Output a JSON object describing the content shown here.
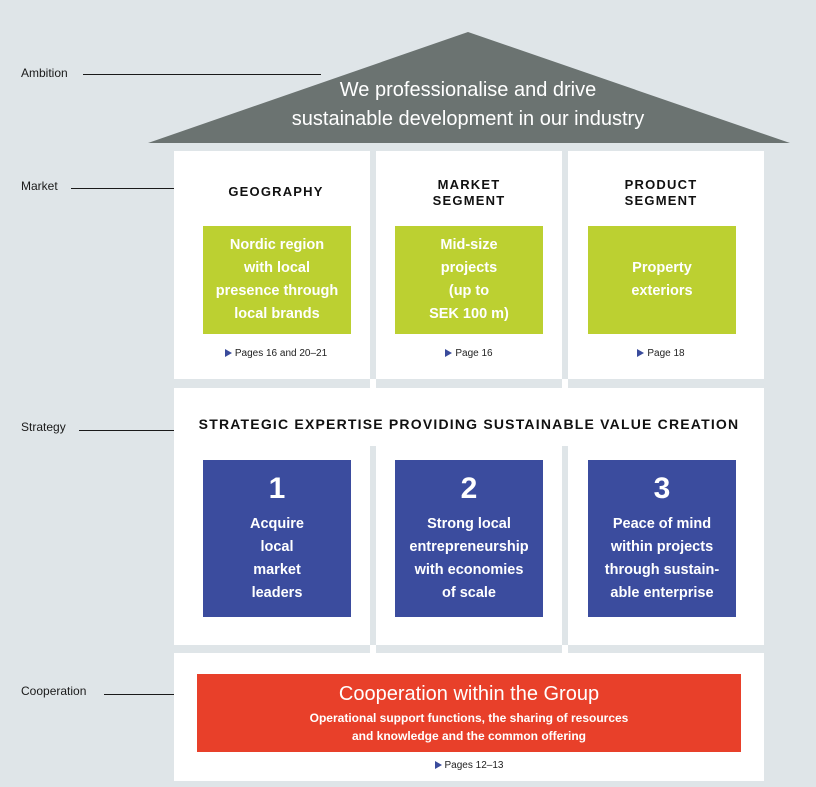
{
  "labels": {
    "ambition": "Ambition",
    "market": "Market",
    "strategy": "Strategy",
    "cooperation": "Cooperation"
  },
  "roof": {
    "line1": "We professionalise and drive",
    "line2": "sustainable development in our industry"
  },
  "market": {
    "columns": [
      {
        "title": "GEOGRAPHY",
        "box": "Nordic region\nwith local\npresence through\nlocal brands",
        "page_ref": "Pages 16 and 20–21"
      },
      {
        "title": "MARKET\nSEGMENT",
        "box": "Mid-size\nprojects\n(up to\nSEK 100 m)",
        "page_ref": "Page 16"
      },
      {
        "title": "PRODUCT\nSEGMENT",
        "box": "Property\nexteriors",
        "page_ref": "Page 18"
      }
    ]
  },
  "strategy": {
    "title": "STRATEGIC EXPERTISE PROVIDING SUSTAINABLE VALUE CREATION",
    "items": [
      {
        "number": "1",
        "text": "Acquire\nlocal\nmarket\nleaders"
      },
      {
        "number": "2",
        "text": "Strong local\nentrepreneurship\nwith economies\nof scale"
      },
      {
        "number": "3",
        "text": "Peace of mind\nwithin projects\nthrough sustain-\nable enterprise"
      }
    ]
  },
  "cooperation": {
    "title": "Cooperation within the Group",
    "subtitle": "Operational support functions, the sharing of resources\nand knowledge and the common offering",
    "page_ref": "Pages 12–13"
  },
  "colors": {
    "background": "#dfe5e8",
    "roof": "#6b7371",
    "green": "#bcd031",
    "blue": "#3b4c9e",
    "red": "#e8402a",
    "arrow": "#3a4b9c"
  }
}
